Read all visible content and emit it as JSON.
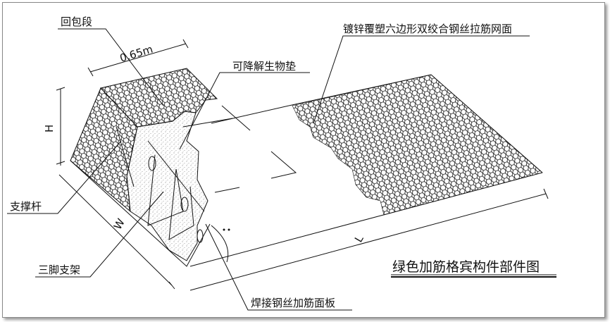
{
  "labels": {
    "return_section": "回包段",
    "width_065": "0.65m",
    "bio_mat": "可降解生物垫",
    "mesh_surface": "镀锌覆塑六边形双绞合钢丝拉筋网面",
    "height": "H",
    "support_rod": "支撑杆",
    "width": "W",
    "tripod": "三脚支架",
    "welded_panel": "焊接钢丝加筋面板",
    "length": "L",
    "title": "绿色加筋格宾构件部件图"
  }
}
